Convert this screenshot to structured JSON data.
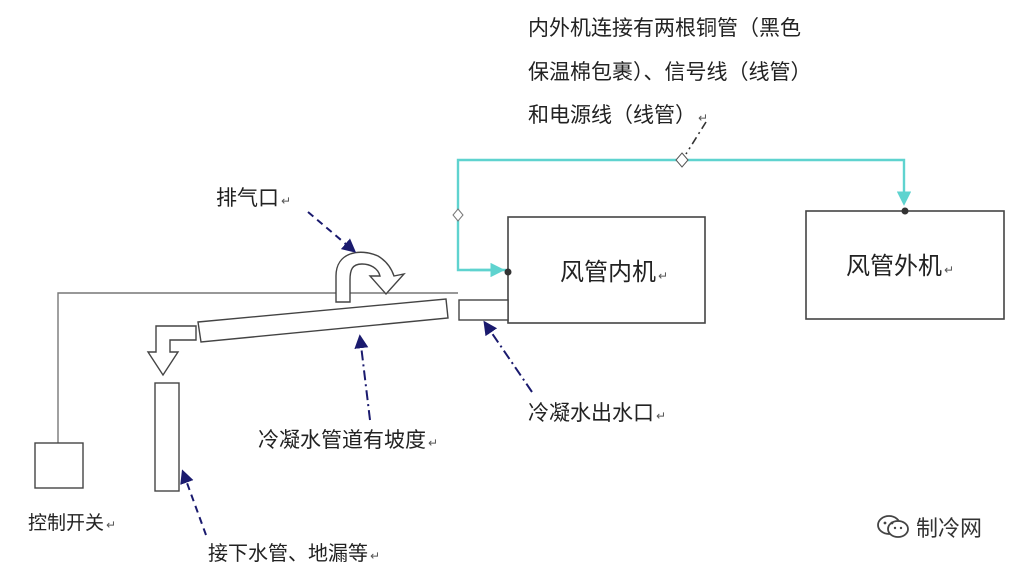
{
  "labels": {
    "connection_line1": "内外机连接有两根铜管（黑色",
    "connection_line2": "保温棉包裹）、信号线（线管）",
    "connection_line3": "和电源线（线管）",
    "exhaust_port": "排气口",
    "indoor_unit": "风管内机",
    "outdoor_unit": "风管外机",
    "condensate_outlet": "冷凝水出水口",
    "slope_note": "冷凝水管道有坡度",
    "control_switch": "控制开关",
    "drain_connect": "接下水管、地漏等",
    "watermark": "制冷网"
  },
  "marks": {
    "paragraph_mark": "↵"
  },
  "colors": {
    "line": "#666666",
    "connector": "#5fd3cf",
    "arrow": "#1a1a6e",
    "text": "#222222"
  }
}
